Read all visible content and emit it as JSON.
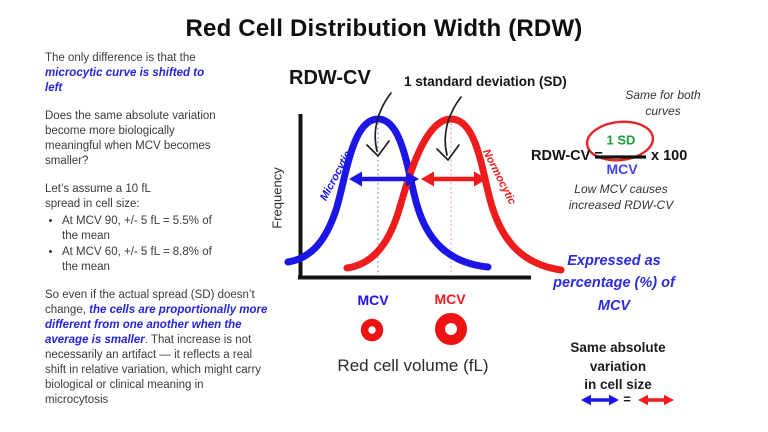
{
  "title": "Red Cell Distribution Width (RDW)",
  "left_panel": {
    "p1_prefix": "The only difference is that the ",
    "p1_highlight": "microcytic curve is shifted to left",
    "p2": "Does the same absolute variation become more biologically meaningful when MCV becomes smaller?",
    "p3_intro": "Let’s assume a 10 fL\nspread in cell size:",
    "bullets": [
      "At MCV 90, +/- 5 fL = 5.5% of the mean",
      "At MCV 60, +/- 5 fL = 8.8% of the mean"
    ],
    "p4_prefix": "So even if the actual spread (SD) doesn’t change, ",
    "p4_highlight": "the cells are proportionally more different from one another when the average is smaller",
    "p4_suffix": ".  That increase is not necessarily an artifact — it reflects a real shift in relative variation, which might carry biological or clinical meaning in microcytosis"
  },
  "chart": {
    "heading": "RDW-CV",
    "sd_heading": "1 standard deviation (SD)",
    "y_axis_label": "Frequency",
    "x_axis_label": "Red cell volume (fL)",
    "curve_blue_label": "Microcytic",
    "curve_red_label": "Normocytic",
    "mcv_blue_label": "MCV",
    "mcv_red_label": "MCV"
  },
  "formula": {
    "same_for_both": "Same for both\ncurves",
    "lhs": "RDW-CV =",
    "numerator": "1 SD",
    "denominator": "MCV",
    "multiplier": "x 100",
    "note": "Low MCV causes\nincreased RDW-CV"
  },
  "right_panel": {
    "expressed": "Expressed as\npercentage (%) of\nMCV",
    "same_variation": "Same absolute variation\nin cell size",
    "equals": "="
  },
  "colors": {
    "curve_blue": "#1b15e8",
    "curve_red": "#ee1c1c",
    "numerator_green": "#1d9e3c",
    "denominator_blue": "#4343f2",
    "highlight_text_blue": "#2424dd"
  },
  "icons": {
    "rbc_small": "small red-cell donut",
    "rbc_large": "large red-cell donut"
  }
}
